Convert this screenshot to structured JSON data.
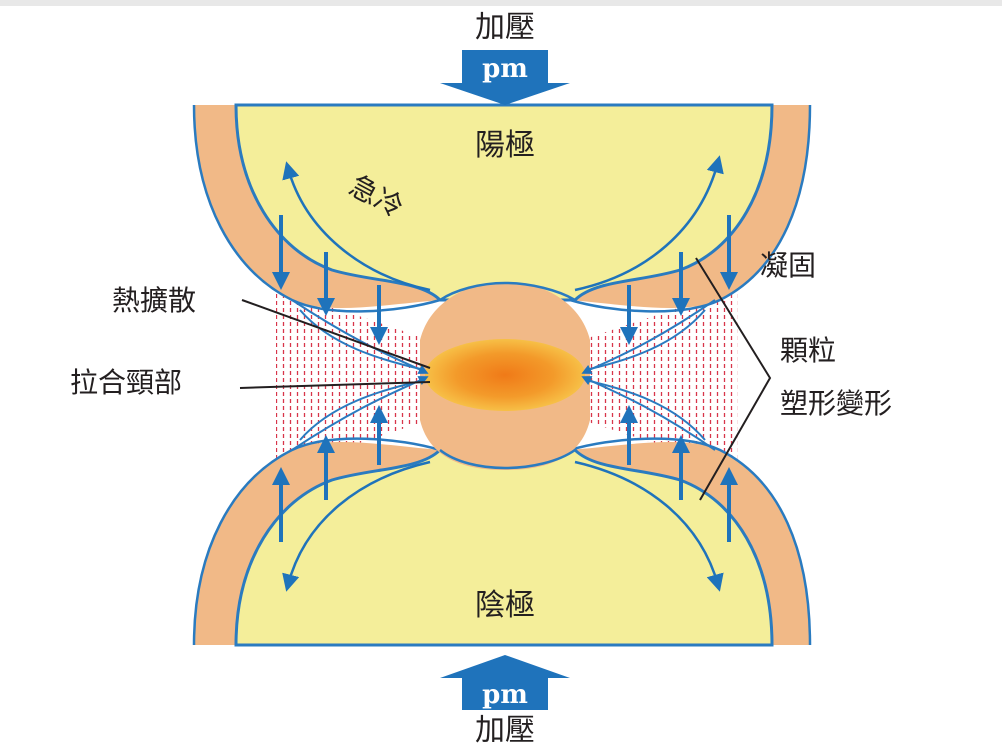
{
  "labels": {
    "top_pressure": "加壓",
    "bottom_pressure": "加壓",
    "top_pm": "pm",
    "bottom_pm": "pm",
    "anode": "陽極",
    "cathode": "陰極",
    "rapid_cooling": "急冷",
    "solidify": "凝固",
    "heat_diffusion": "熱擴散",
    "neck": "拉合頸部",
    "grain_line1": "顆粒",
    "grain_line2": "塑形變形"
  },
  "colors": {
    "electrode_fill": "#f4ee9a",
    "shell_fill": "#f1b987",
    "edge_blue": "#2a7bc0",
    "arrow_blue": "#1f73bb",
    "hatch_red": "#d8354a",
    "hot_core": "#f08a1e",
    "hot_glow": "#f7c24a"
  }
}
